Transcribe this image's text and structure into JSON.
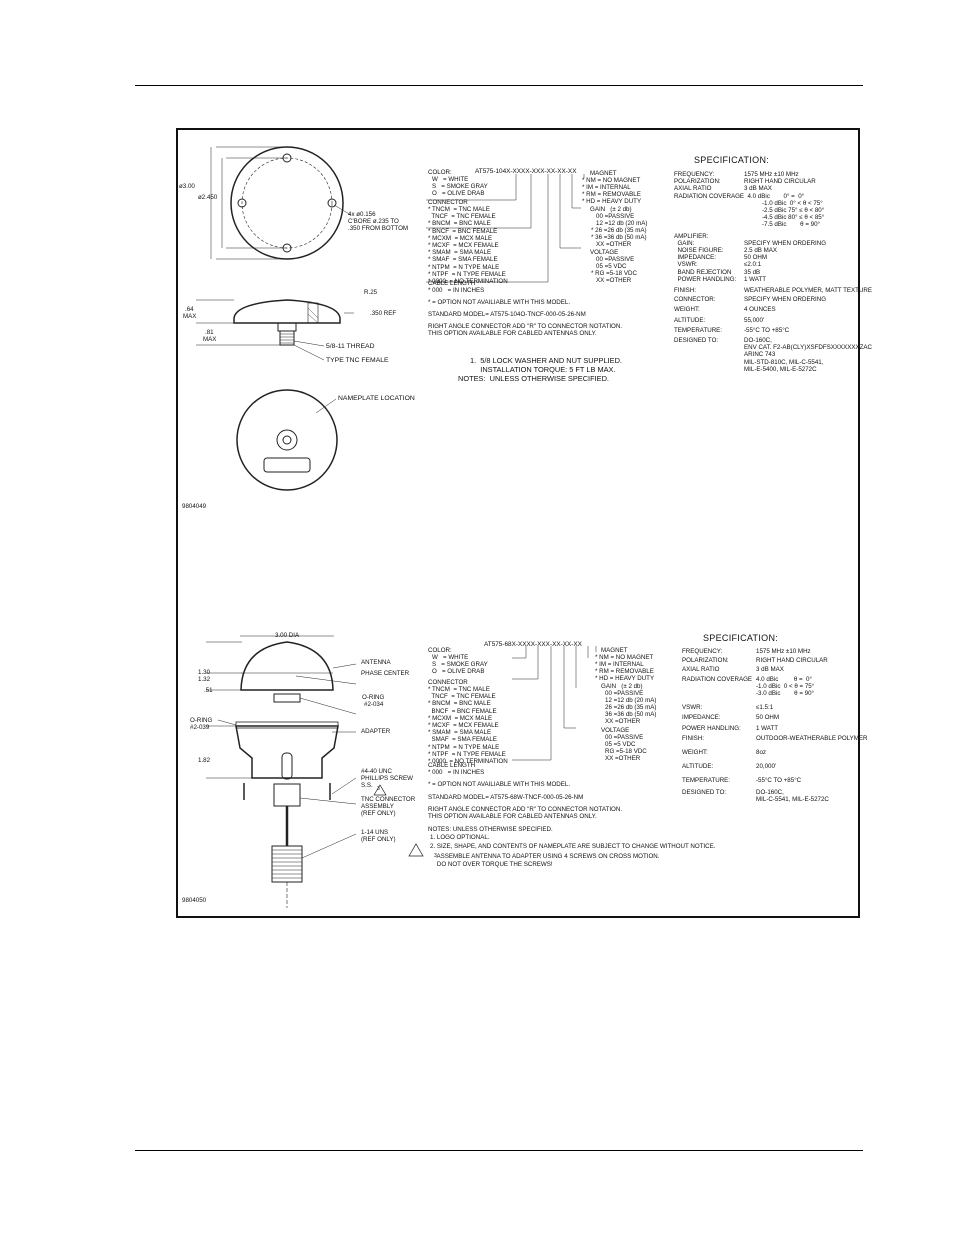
{
  "panel1": {
    "part_code": "AT575-104X-XXXX-XXX-XX-XX-XX",
    "color_title": "COLOR:",
    "color_options": [
      "W   = WHITE",
      "S   = SMOKE GRAY",
      "O   = OLIVE DRAB"
    ],
    "connector_title": "CONNECTOR",
    "connector_options": [
      "* TNCM  = TNC MALE",
      "  TNCF  = TNC FEMALE",
      "* BNCM  = BNC MALE",
      "* BNCF  = BNC FEMALE",
      "* MCXM  = MCX MALE",
      "* MCXF  = MCX FEMALE",
      "* SMAM  = SMA MALE",
      "* SMAF  = SMA FEMALE",
      "* NTPM  = N TYPE MALE",
      "* NTPF  = N TYPE FEMALE",
      "* 0000  = NO TERMINATION"
    ],
    "cable_title": "CABLE LENGTH",
    "cable_options": [
      "* 000   = IN INCHES"
    ],
    "magnet_title": "MAGNET",
    "magnet_options": [
      "* NM = NO MAGNET",
      "* IM = INTERNAL",
      "* RM = REMOVABLE",
      "* HD = HEAVY DUTY"
    ],
    "gain_title": "GAIN   (± 2 db)",
    "gain_options": [
      "00 =PASSIVE",
      "12 =12 db (20 mA)",
      "* 26 =26 db (35 mA)",
      "* 36 =36 db (50 mA)",
      "XX =OTHER"
    ],
    "voltage_title": "VOLTAGE",
    "voltage_options": [
      "00 =PASSIVE",
      "05 =5 VDC",
      "* RG =5-18 VDC",
      "XX =OTHER"
    ],
    "option_note": "* = OPTION NOT AVAILIABLE WITH THIS MODEL.",
    "standard_model": "STANDARD MODEL= AT575-104O-TNCF-000-05-26-NM",
    "right_angle_note": [
      "RIGHT ANGLE CONNECTOR ADD \"R\" TO CONNECTOR NOTATION.",
      "THIS OPTION AVAILABLE FOR CABLED ANTENNAS ONLY."
    ],
    "notes": [
      "1.  5/8 LOCK WASHER AND NUT SUPPLIED.",
      "     INSTALLATION TORQUE: 5 FT LB MAX.",
      "NOTES:  UNLESS OTHERWISE SPECIFIED."
    ],
    "spec_title": "SPECIFICATION:",
    "specs": [
      {
        "k": "FREQUENCY:",
        "v": "1575 MHz ±10 MHz"
      },
      {
        "k": "POLARIZATION:",
        "v": "RIGHT HAND CIRCULAR"
      },
      {
        "k": "AXIAL RATIO",
        "v": "3 dB MAX"
      },
      {
        "k": "RADIATION COVERAGE",
        "v": "  4.0 dBic        0° =  0°"
      },
      {
        "k": "",
        "v": "-1.0 dBic  0° < θ < 75°"
      },
      {
        "k": "",
        "v": "-2.5 dBic 75° ≤ θ < 80°"
      },
      {
        "k": "",
        "v": "-4.5 dBic 80° ≤ θ < 85°"
      },
      {
        "k": "",
        "v": "-7.5 dBic        θ = 90°"
      },
      {
        "k": "AMPLIFIER:",
        "v": ""
      },
      {
        "k": "  GAIN:",
        "v": "SPECIFY WHEN ORDERING"
      },
      {
        "k": "  NOISE FIGURE:",
        "v": "2.5 dB MAX"
      },
      {
        "k": "  IMPEDANCE:",
        "v": "50 OHM"
      },
      {
        "k": "  VSWR:",
        "v": "≤2.0:1"
      },
      {
        "k": "  BAND REJECTION",
        "v": "35 dB"
      },
      {
        "k": "  POWER HANDLING:",
        "v": "1 WATT"
      },
      {
        "k": "FINISH:",
        "v": "WEATHERABLE POLYMER, MATT TEXTURE"
      },
      {
        "k": "CONNECTOR:",
        "v": "SPECIFY WHEN ORDERING"
      },
      {
        "k": "WEIGHT:",
        "v": "4 OUNCES"
      },
      {
        "k": "ALTITUDE:",
        "v": "55,000'"
      },
      {
        "k": "TEMPERATURE:",
        "v": "-55°C TO +85°C"
      },
      {
        "k": "DESIGNED TO:",
        "v": "DO-160C,"
      },
      {
        "k": "",
        "v": "ENV CAT. F2-AB(CLY)XSFDFSXXXXXXXZAC"
      },
      {
        "k": "",
        "v": "ARINC 743"
      },
      {
        "k": "",
        "v": "MIL-STD-810C, MIL-C-5541,"
      },
      {
        "k": "",
        "v": "MIL-E-5400, MIL-E-5272C"
      }
    ],
    "dims": {
      "dia_outer": "ø3.00",
      "dia_bolt": "ø2.450",
      "holes": [
        "4x ø0.156",
        "C'BORE ø.235 TO",
        ".350 FROM BOTTOM"
      ],
      "height": [
        ".64",
        "MAX"
      ],
      "radius": "R.25",
      "ref": ".350 REF",
      "thread_height": [
        ".81",
        "MAX"
      ],
      "thread": "5/8-11 THREAD",
      "connector": "TYPE TNC FEMALE",
      "nameplate": "NAMEPLATE LOCATION"
    },
    "drawing_number": "9804049"
  },
  "panel2": {
    "part_code": "AT575-68X-XXXX-XXX-XX-XX-XX",
    "color_title": "COLOR:",
    "color_options": [
      "W   = WHITE",
      "S   = SMOKE GRAY",
      "O   = OLIVE DRAB"
    ],
    "connector_title": "CONNECTOR",
    "connector_options": [
      "* TNCM  = TNC MALE",
      "  TNCF  = TNC FEMALE",
      "* BNCM  = BNC MALE",
      "  BNCF  = BNC FEMALE",
      "* MCXM  = MCX MALE",
      "* MCXF  = MCX FEMALE",
      "* SMAM  = SMA MALE",
      "  SMAF  = SMA FEMALE",
      "* NTPM  = N TYPE MALE",
      "* NTPF  = N TYPE FEMALE",
      "* 0000  = NO TERMINATION"
    ],
    "cable_title": "CABLE LENGTH",
    "cable_options": [
      "* 000   = IN INCHES"
    ],
    "magnet_title": "MAGNET",
    "magnet_options": [
      "* NM = NO MAGNET",
      "* IM = INTERNAL",
      "* RM = REMOVABLE",
      "* HD = HEAVY DUTY"
    ],
    "gain_title": "GAIN   (± 2 db)",
    "gain_options": [
      "00 =PASSIVE",
      "12 =12 db (20 mA)",
      "26 =26 db (35 mA)",
      "36 =36 db (50 mA)",
      "XX =OTHER"
    ],
    "voltage_title": "VOLTAGE",
    "voltage_options": [
      "00 =PASSIVE",
      "05 =5 VDC",
      "RG =5-18 VDC",
      "XX =OTHER"
    ],
    "option_note": "* = OPTION NOT AVAILIABLE WITH THIS MODEL.",
    "standard_model": "STANDARD MODEL= AT575-68W-TNCF-000-05-26-NM",
    "right_angle_note": [
      "RIGHT ANGLE CONNECTOR ADD \"R\" TO CONNECTOR NOTATION.",
      "THIS OPTION AVAILABLE FOR CABLED ANTENNAS ONLY."
    ],
    "notes": [
      "NOTES: UNLESS OTHERWISE SPECIFIED.",
      "1. LOGO OPTIONAL.",
      "2. SIZE, SHAPE, AND CONTENTS OF NAMEPLATE ARE SUBJECT TO CHANGE WITHOUT NOTICE.",
      "    ASSEMBLE ANTENNA TO ADAPTER USING 4 SCREWS ON CROSS MOTION.",
      "    DO NOT OVER TORQUE THE SCREWS!"
    ],
    "note3_marker": "3",
    "spec_title": "SPECIFICATION:",
    "specs": [
      {
        "k": "FREQUENCY:",
        "v": "1575 MHz ±10 MHz"
      },
      {
        "k": "POLARIZATION:",
        "v": "RIGHT HAND CIRCULAR"
      },
      {
        "k": "AXIAL RATIO",
        "v": "3 dB MAX"
      },
      {
        "k": "RADIATION COVERAGE",
        "v": "4.0 dBic         θ =  0°"
      },
      {
        "k": "",
        "v": "-1.0 dBic  0 < θ = 75°"
      },
      {
        "k": "",
        "v": "-3.0 dBic        θ = 90°"
      },
      {
        "k": "VSWR:",
        "v": "≤1.5:1"
      },
      {
        "k": "IMPEDANCE:",
        "v": "50 OHM"
      },
      {
        "k": "POWER HANDLING:",
        "v": "1 WATT"
      },
      {
        "k": "FINISH:",
        "v": "OUTDOOR-WEATHERABLE POLYMER"
      },
      {
        "k": "WEIGHT:",
        "v": "8oz"
      },
      {
        "k": "ALTITUDE:",
        "v": "20,000'"
      },
      {
        "k": "TEMPERATURE:",
        "v": "-55°C TO +85°C"
      },
      {
        "k": "DESIGNED TO:",
        "v": "DO-160C,"
      },
      {
        "k": "",
        "v": "MIL-C-5541, MIL-E-5272C"
      }
    ],
    "dims": {
      "dia": "3.00 DIA",
      "h1": [
        "1.30",
        "1.32"
      ],
      "h2": ".51",
      "h3": "1.82",
      "antenna": "ANTENNA",
      "phase_center": "PHASE CENTER",
      "oring_right": [
        "O-RING",
        "#2-034"
      ],
      "oring_left": [
        "O-RING",
        "#2-039"
      ],
      "adapter": "ADAPTER",
      "screw": [
        "#4-40 UNC",
        "PHILLIPS SCREW",
        "S.S."
      ],
      "screw_marker": "3",
      "tnc": [
        "TNC CONNECTOR",
        "ASSEMBLY",
        "(REF ONLY)"
      ],
      "uns": [
        "1-14 UNS",
        "(REF ONLY)"
      ]
    },
    "drawing_number": "9804050"
  }
}
